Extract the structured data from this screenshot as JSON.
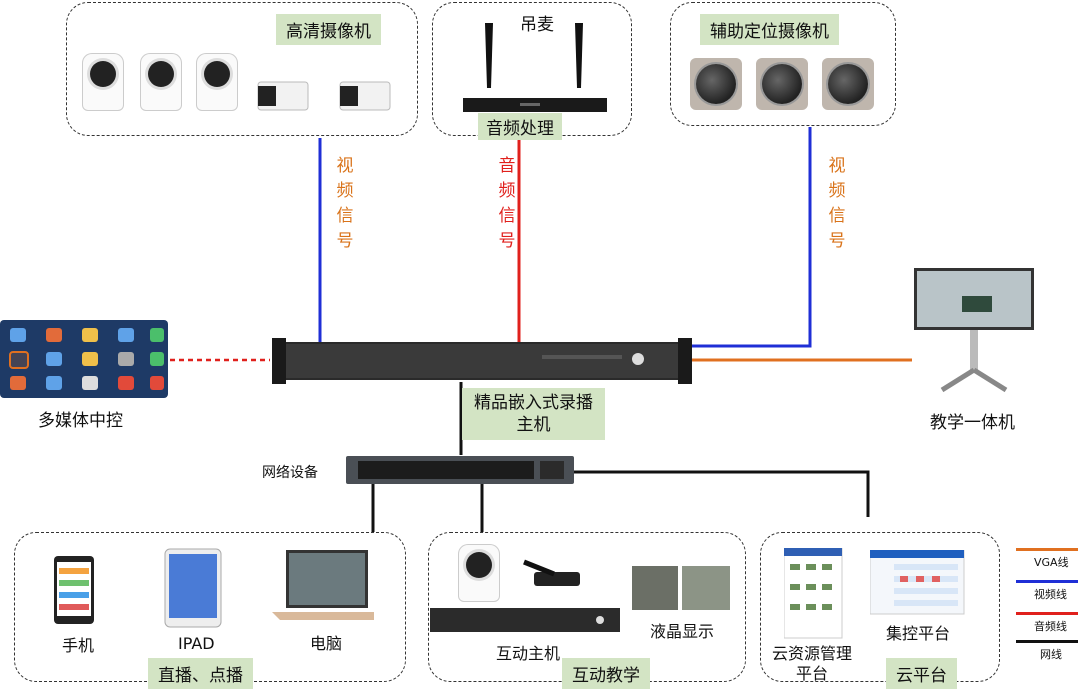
{
  "groups": {
    "hd_camera": "高清摄像机",
    "mic": "吊麦",
    "audio_processing": "音频处理",
    "aux_camera": "辅助定位摄像机",
    "recorder_host": "精品嵌入式录播\n主机",
    "multimedia_control": "多媒体中控",
    "teaching_machine": "教学一体机",
    "network_device": "网络设备",
    "live_vod": "直播、点播",
    "interactive_teaching": "互动教学",
    "cloud_platform": "云平台"
  },
  "signals": {
    "video_left": "视频信号",
    "audio": "音频信号",
    "video_right": "视频信号"
  },
  "devices": {
    "phone": "手机",
    "ipad": "IPAD",
    "computer": "电脑",
    "interactive_host": "互动主机",
    "lcd_display": "液晶显示",
    "cloud_resource": "云资源管理\n平台",
    "central_control": "集控平台"
  },
  "legend": [
    {
      "label": "VGA线",
      "color": "#e07020"
    },
    {
      "label": "视频线",
      "color": "#1f2fd6"
    },
    {
      "label": "音频线",
      "color": "#e0201c"
    },
    {
      "label": "网线",
      "color": "#111111"
    }
  ],
  "colors": {
    "video": "#1f2fd6",
    "audio": "#e0201c",
    "vga": "#e07020",
    "network": "#111111",
    "tag_bg": "#d3e4c4"
  }
}
